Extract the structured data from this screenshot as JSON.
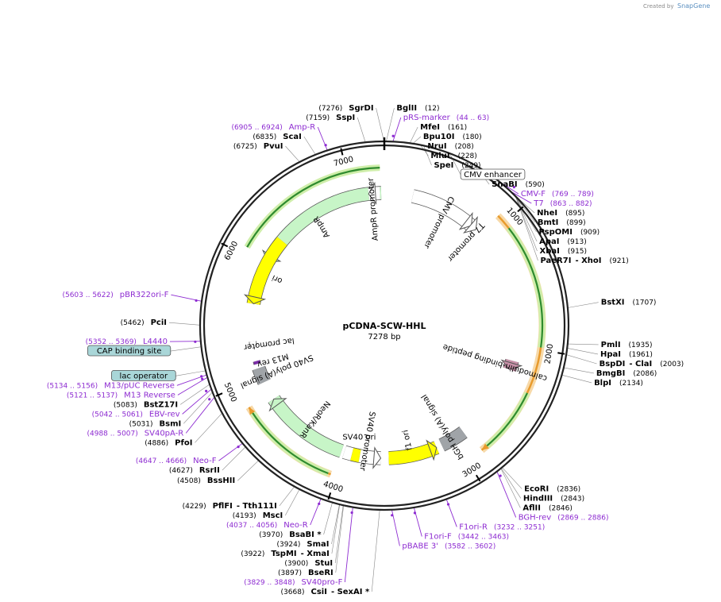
{
  "app": {
    "credit": "Created by",
    "brand": "SnapGene"
  },
  "plasmid": {
    "name": "pCDNA-SCW-HHL",
    "size": "7278 bp",
    "length": 7278
  },
  "ticks": [
    {
      "label": "1000",
      "pos": 1000
    },
    {
      "label": "2000",
      "pos": 2000
    },
    {
      "label": "3000",
      "pos": 3000
    },
    {
      "label": "4000",
      "pos": 4000
    },
    {
      "label": "5000",
      "pos": 5000
    },
    {
      "label": "6000",
      "pos": 6000
    },
    {
      "label": "7000",
      "pos": 7000
    }
  ],
  "enzymes": [
    {
      "name": "SgrDI",
      "pos": "(7276)",
      "site": 7276
    },
    {
      "name": "SspI",
      "pos": "(7159)",
      "site": 7159
    },
    {
      "name": "BglII",
      "pos": "(12)",
      "site": 12
    },
    {
      "name": "MfeI",
      "pos": "(161)",
      "site": 161
    },
    {
      "name": "Bpu10I",
      "pos": "(180)",
      "site": 180
    },
    {
      "name": "NruI",
      "pos": "(208)",
      "site": 208
    },
    {
      "name": "MluI",
      "pos": "(228)",
      "site": 228
    },
    {
      "name": "SpeI",
      "pos": "(249)",
      "site": 249
    },
    {
      "name": "SnaBI",
      "pos": "(590)",
      "site": 590
    },
    {
      "name": "NheI",
      "pos": "(895)",
      "site": 895
    },
    {
      "name": "BmtI",
      "pos": "(899)",
      "site": 899
    },
    {
      "name": "PspOMI",
      "pos": "(909)",
      "site": 909
    },
    {
      "name": "ApaI",
      "pos": "(913)",
      "site": 913
    },
    {
      "name": "XbaI",
      "pos": "(915)",
      "site": 915
    },
    {
      "name": "PaeR7I",
      "name2": "- XhoI",
      "pos": "(921)",
      "site": 921
    },
    {
      "name": "BstXI",
      "pos": "(1707)",
      "site": 1707
    },
    {
      "name": "PmlI",
      "pos": "(1935)",
      "site": 1935
    },
    {
      "name": "HpaI",
      "pos": "(1961)",
      "site": 1961
    },
    {
      "name": "BspDI",
      "name2": "- ClaI",
      "pos": "(2003)",
      "site": 2003
    },
    {
      "name": "BmgBI",
      "pos": "(2086)",
      "site": 2086
    },
    {
      "name": "BlpI",
      "pos": "(2134)",
      "site": 2134
    },
    {
      "name": "EcoRI",
      "pos": "(2836)",
      "site": 2836
    },
    {
      "name": "HindIII",
      "pos": "(2843)",
      "site": 2843
    },
    {
      "name": "AflII",
      "pos": "(2846)",
      "site": 2846
    },
    {
      "name": "CsiI",
      "name2": "- SexAI *",
      "pos": "(3668)",
      "site": 3668
    },
    {
      "name": "BseRI",
      "pos": "(3897)",
      "site": 3897
    },
    {
      "name": "StuI",
      "pos": "(3900)",
      "site": 3900
    },
    {
      "name": "TspMI",
      "name2": "- XmaI",
      "pos": "(3922)",
      "site": 3922
    },
    {
      "name": "SmaI",
      "pos": "(3924)",
      "site": 3924
    },
    {
      "name": "BsaBI *",
      "pos": "(3970)",
      "site": 3970
    },
    {
      "name": "MscI",
      "pos": "(4193)",
      "site": 4193
    },
    {
      "name": "PflFI",
      "name2": "- Tth111I",
      "pos": "(4229)",
      "site": 4229
    },
    {
      "name": "BssHII",
      "pos": "(4508)",
      "site": 4508
    },
    {
      "name": "RsrII",
      "pos": "(4627)",
      "site": 4627
    },
    {
      "name": "PfoI",
      "pos": "(4886)",
      "site": 4886
    },
    {
      "name": "BsmI",
      "pos": "(5031)",
      "site": 5031
    },
    {
      "name": "BstZ17I",
      "pos": "(5083)",
      "site": 5083
    },
    {
      "name": "PciI",
      "pos": "(5462)",
      "site": 5462
    },
    {
      "name": "PvuI",
      "pos": "(6725)",
      "site": 6725
    },
    {
      "name": "ScaI",
      "pos": "(6835)",
      "site": 6835
    }
  ],
  "primers": [
    {
      "name": "pRS-marker",
      "range": "(44 .. 63)",
      "site": 54
    },
    {
      "name": "Amp-R",
      "range": "(6905 .. 6924)",
      "site": 6914
    },
    {
      "name": "CMV-F",
      "range": "(769 .. 789)",
      "site": 779
    },
    {
      "name": "T7",
      "range": "(863 .. 882)",
      "site": 872
    },
    {
      "name": "pBR322ori-F",
      "range": "(5603 .. 5622)",
      "site": 5612
    },
    {
      "name": "L4440",
      "range": "(5352 .. 5369)",
      "site": 5360
    },
    {
      "name": "M13/pUC Reverse",
      "range": "(5134 .. 5156)",
      "site": 5145
    },
    {
      "name": "M13 Reverse",
      "range": "(5121 .. 5137)",
      "site": 5129
    },
    {
      "name": "EBV-rev",
      "range": "(5042 .. 5061)",
      "site": 5051
    },
    {
      "name": "SV40pA-R",
      "range": "(4988 .. 5007)",
      "site": 4997
    },
    {
      "name": "Neo-F",
      "range": "(4647 .. 4666)",
      "site": 4656
    },
    {
      "name": "Neo-R",
      "range": "(4037 .. 4056)",
      "site": 4046
    },
    {
      "name": "SV40pro-F",
      "range": "(3829 .. 3848)",
      "site": 3838
    },
    {
      "name": "pBABE 3'",
      "range": "(3582 .. 3602)",
      "site": 3592
    },
    {
      "name": "F1ori-F",
      "range": "(3442 .. 3463)",
      "site": 3452
    },
    {
      "name": "F1ori-R",
      "range": "(3232 .. 3251)",
      "site": 3241
    },
    {
      "name": "BGH-rev",
      "range": "(2869 .. 2886)",
      "site": 2877
    }
  ],
  "boxed_labels": [
    {
      "name": "CMV enhancer",
      "fill": "#ffffff",
      "site": 420
    },
    {
      "name": "CAP binding site",
      "fill": "#a9d6d8",
      "site": 5325
    },
    {
      "name": "lac operator",
      "fill": "#a9d6d8",
      "site": 5172
    }
  ],
  "features": [
    {
      "name": "AmpR",
      "color": "#c7f5c7",
      "start": 7250,
      "end": 6040,
      "dir": -1
    },
    {
      "name": "AmpR promoter",
      "color": "#ffffff",
      "start": 7240,
      "end": 7140,
      "dir": -1
    },
    {
      "name": "CMV promoter",
      "color": "#ffffff",
      "start": 250,
      "end": 830,
      "dir": 1
    },
    {
      "name": "T7 promoter",
      "color": "#ffffff",
      "start": 862,
      "end": 882,
      "dir": 1
    },
    {
      "name": "calmodulin-binding peptide",
      "color": "#c890a8",
      "start": 2130,
      "end": 2210,
      "dir": 1
    },
    {
      "name": "bGH poly(A) signal",
      "color": "#a0a4a8",
      "start": 2900,
      "end": 3120,
      "dir": 0
    },
    {
      "name": "f1 ori",
      "color": "#ffff00",
      "start": 3600,
      "end": 3170,
      "dir": -1
    },
    {
      "name": "SV40 promoter",
      "color": "#ffffff",
      "start": 3995,
      "end": 3670,
      "dir": -1
    },
    {
      "name": "SV40 ori",
      "color": "#ffff00",
      "start": 3855,
      "end": 3925,
      "dir": 0
    },
    {
      "name": "NeoR/KanR",
      "color": "#c7f5c7",
      "start": 4020,
      "end": 4780,
      "dir": 1
    },
    {
      "name": "SV40 poly(A) signal",
      "color": "#a0a4a8",
      "start": 4950,
      "end": 5080,
      "dir": 0
    },
    {
      "name": "lac promoter",
      "color": "#ffffff",
      "start": 5280,
      "end": 5320,
      "dir": 0
    },
    {
      "name": "M13 rev",
      "color": "#7c2da8",
      "start": 5120,
      "end": 5145,
      "dir": 0
    },
    {
      "name": "ori",
      "color": "#ffff00",
      "start": 6260,
      "end": 5650,
      "dir": -1
    }
  ],
  "orfs": [
    {
      "start": 930,
      "end": 2870,
      "dir": 1
    },
    {
      "start": 4040,
      "end": 4830,
      "dir": 1
    }
  ],
  "colors": {
    "primer": "#8d2bd1",
    "ring": "#222222",
    "orf": "#e89a2c",
    "orf_outer": "#f7d9a8",
    "green_arc": "#2e8b2e",
    "green_outer": "#cfeeaa"
  }
}
